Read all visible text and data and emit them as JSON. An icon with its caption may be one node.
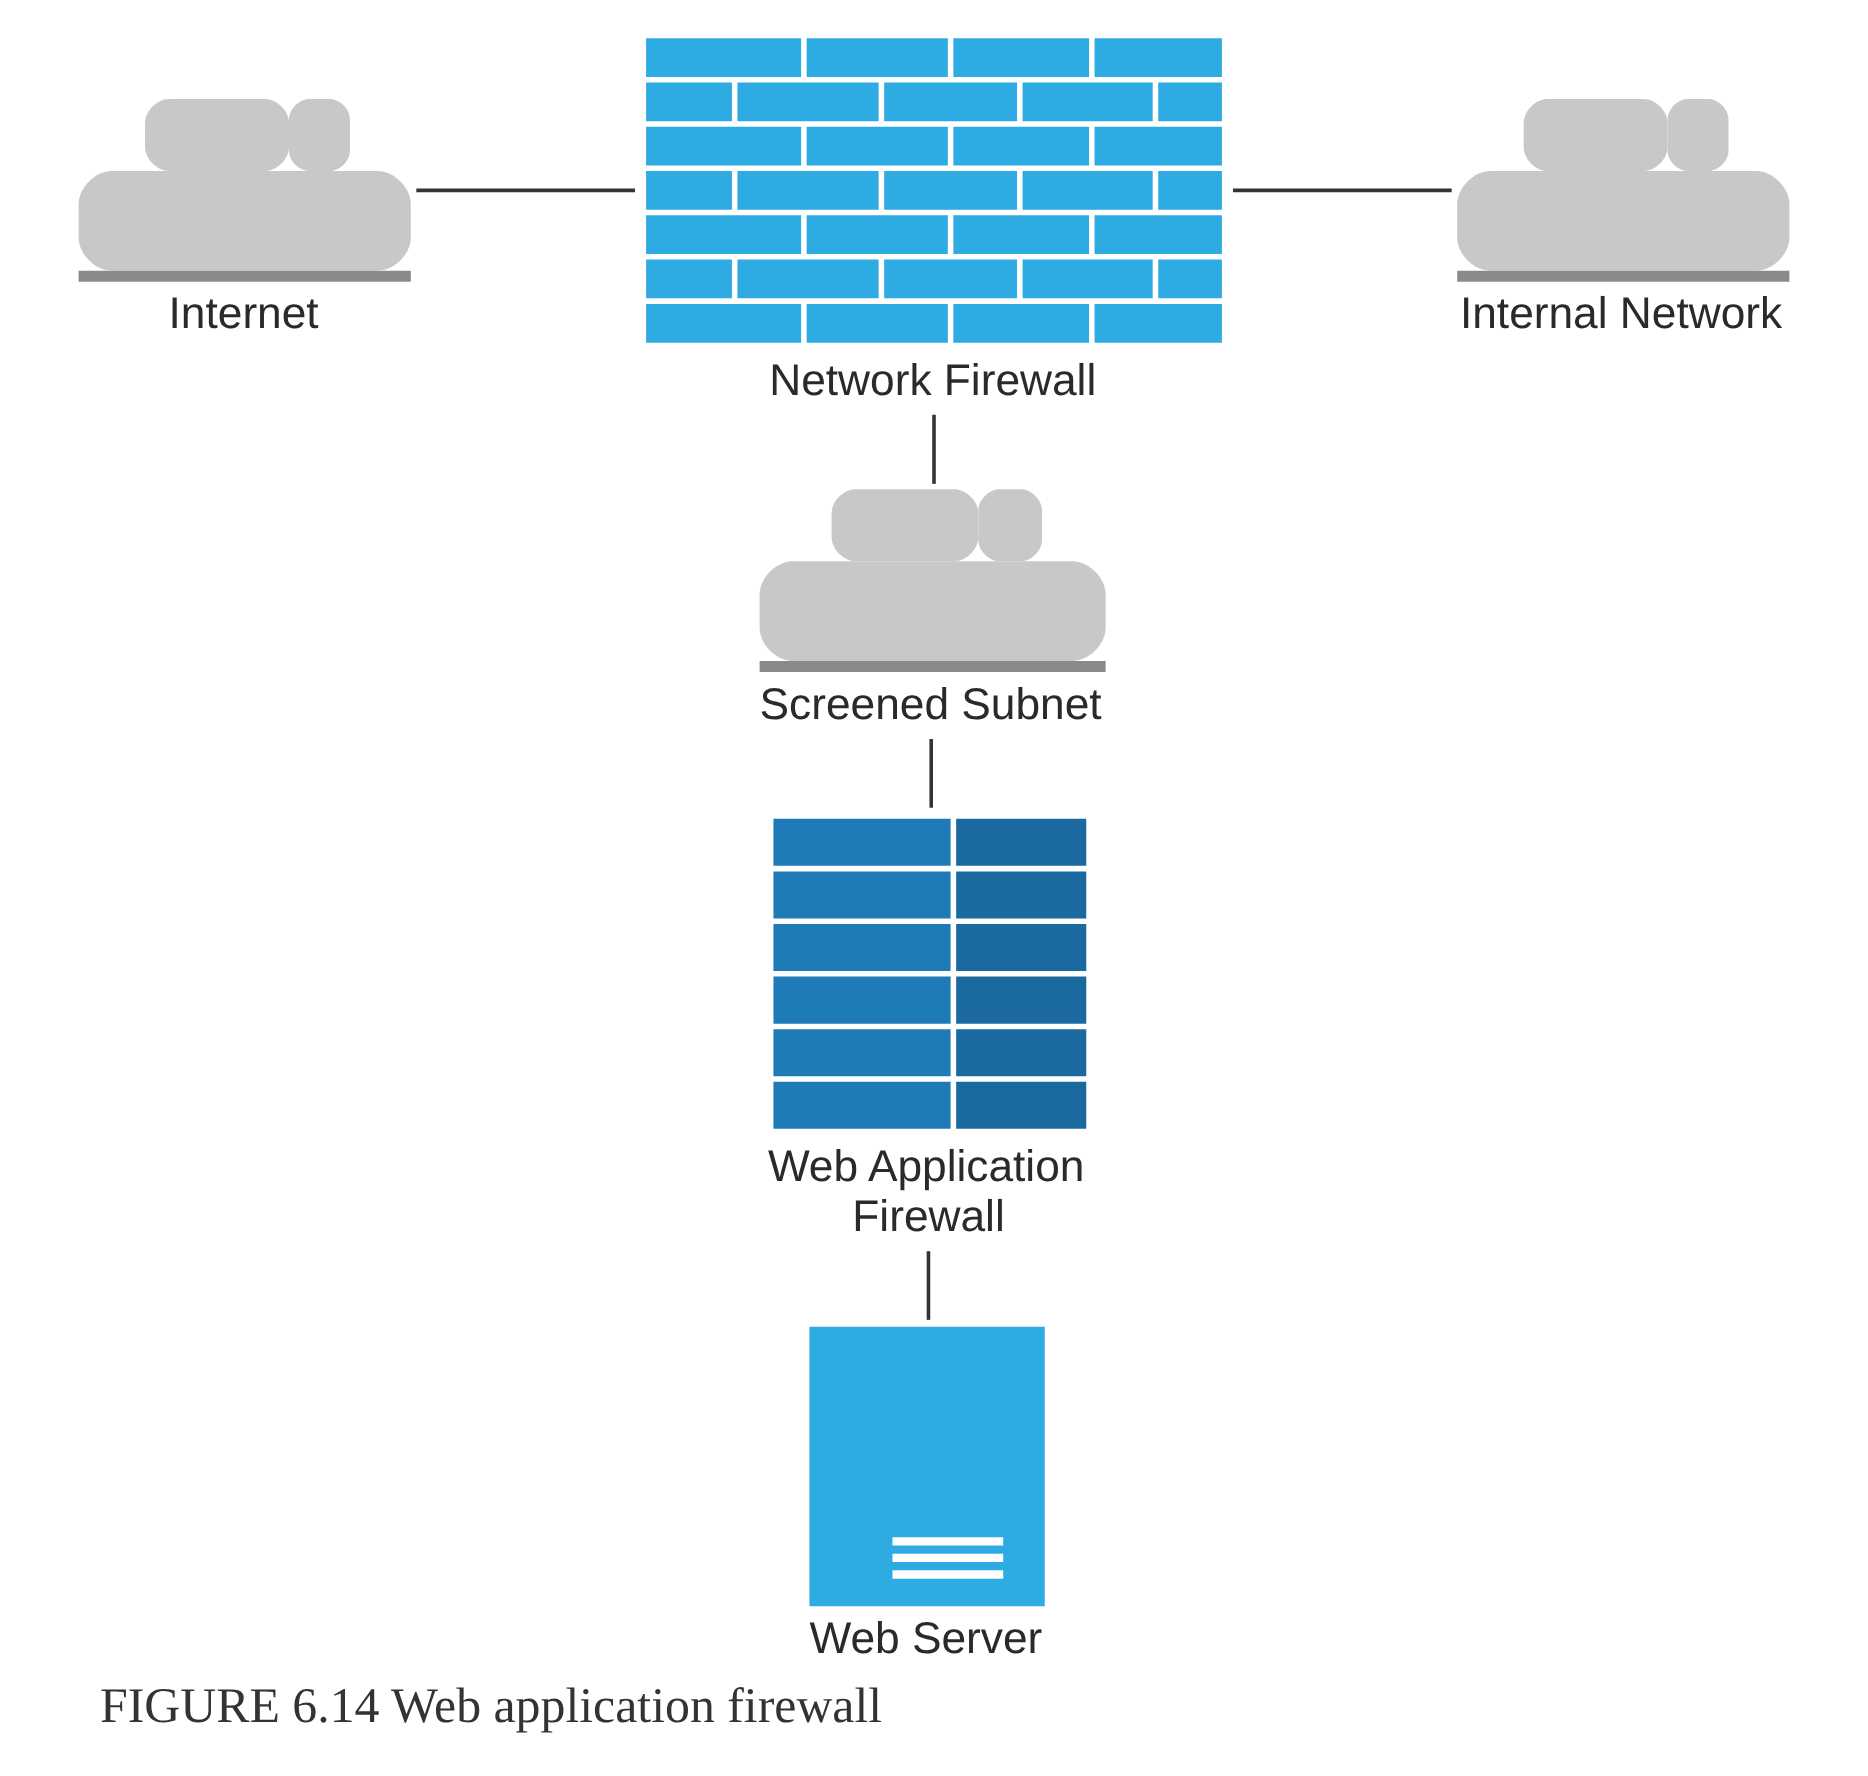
{
  "diagram": {
    "caption": "FIGURE 6.14 Web application firewall",
    "nodes": [
      {
        "text": [
          "Internet"
        ]
      },
      {
        "text": [
          "Network Firewall"
        ]
      },
      {
        "text": [
          "Internal Network"
        ]
      },
      {
        "text": [
          "Screened Subnet"
        ]
      },
      {
        "text": [
          "Web Application Firewall"
        ]
      },
      {
        "text": [
          "Web Server"
        ]
      }
    ],
    "edges": [
      {
        "from": 0,
        "to": 1,
        "arrow": "none"
      },
      {
        "from": 1,
        "to": 2,
        "arrow": "none"
      },
      {
        "from": 1,
        "to": 3,
        "arrow": "none"
      },
      {
        "from": 3,
        "to": 4,
        "arrow": "none"
      },
      {
        "from": 4,
        "to": 5,
        "arrow": "none"
      }
    ]
  }
}
